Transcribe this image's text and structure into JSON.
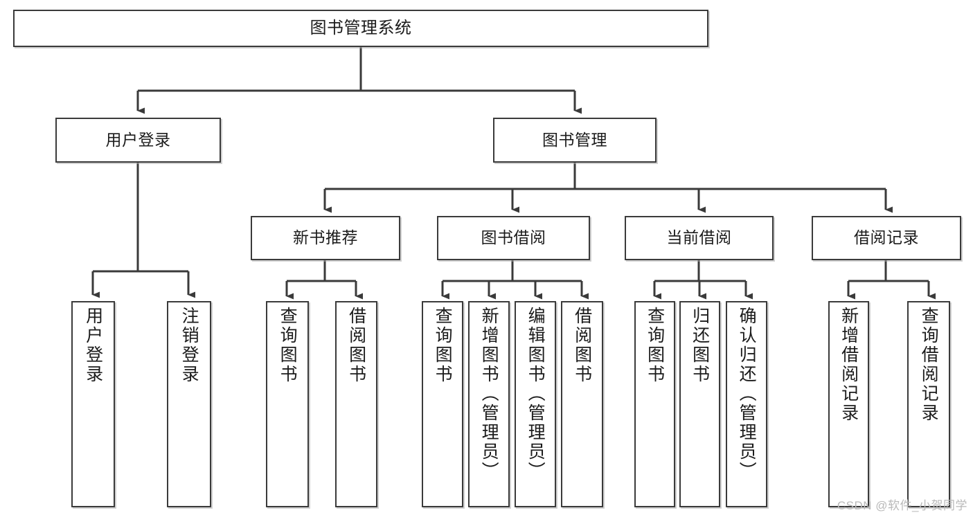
{
  "diagram": {
    "title": "图书管理系统",
    "type": "功能结构图",
    "watermark": "CSDN @软件_小贺同学",
    "colors": {
      "background": "#ffffff",
      "box_border": "#3a3a3a",
      "box_fill": "#ffffff",
      "connector": "#3a3a3a",
      "text": "#1b1b1b",
      "watermark": "#b9b9b9"
    },
    "nodes": {
      "root": {
        "label": "图书管理系统"
      },
      "level1": [
        {
          "label": "用户登录"
        },
        {
          "label": "图书管理"
        }
      ],
      "level2": [
        {
          "label": "新书推荐"
        },
        {
          "label": "图书借阅"
        },
        {
          "label": "当前借阅"
        },
        {
          "label": "借阅记录"
        }
      ],
      "leaves": {
        "user_login": [
          {
            "label": "用户登录"
          },
          {
            "label": "注销登录"
          }
        ],
        "new_book_recommend": [
          {
            "label": "查询图书"
          },
          {
            "label": "借阅图书"
          }
        ],
        "book_borrow": [
          {
            "label": "查询图书"
          },
          {
            "label": "新增图书（管理员）"
          },
          {
            "label": "编辑图书（管理员）"
          },
          {
            "label": "借阅图书"
          }
        ],
        "current_borrow": [
          {
            "label": "查询图书"
          },
          {
            "label": "归还图书"
          },
          {
            "label": "确认归还（管理员）"
          }
        ],
        "borrow_record": [
          {
            "label": "新增借阅记录"
          },
          {
            "label": "查询借阅记录"
          }
        ]
      }
    }
  }
}
